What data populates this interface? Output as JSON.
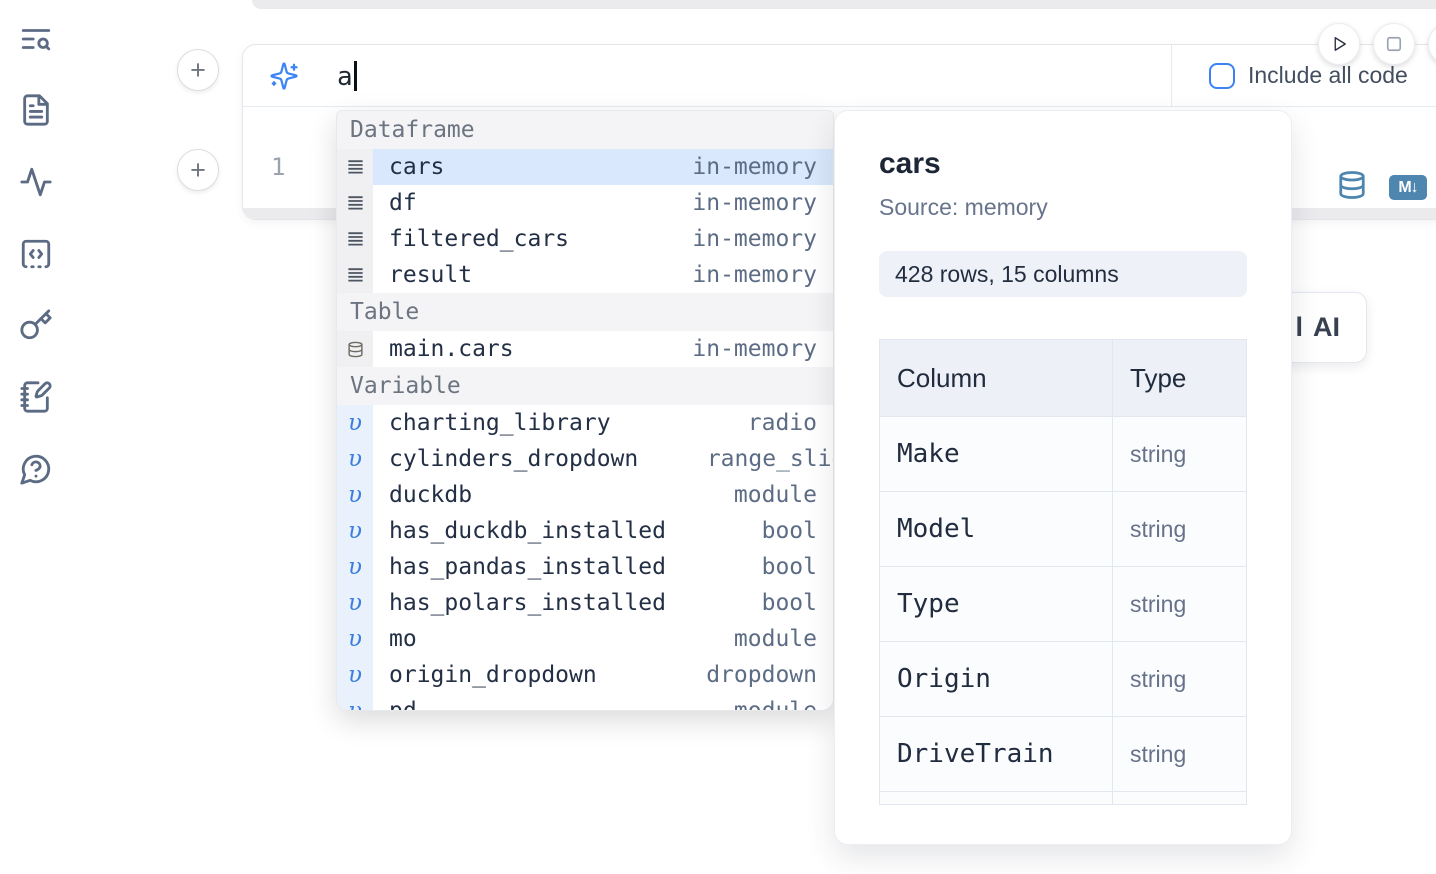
{
  "sidebar": {
    "icons": [
      "text-search",
      "file-text",
      "activity",
      "code-square",
      "key",
      "notebook-pen",
      "help-circle"
    ]
  },
  "toolbar": {
    "run_icon": "play",
    "stop_icon": "square"
  },
  "ai_prompt": {
    "value": "a",
    "include_all_code_label": "Include all code",
    "checkbox_checked": false,
    "sparkle_icon": "sparkles"
  },
  "cell": {
    "line_number": "1",
    "database_icon": "database",
    "markdown_badge": "M↓"
  },
  "ai_generate_button": {
    "partial_char": "l",
    "label": "AI"
  },
  "autocomplete": {
    "sections": [
      {
        "label": "Dataframe",
        "items": [
          {
            "icon": "rows",
            "name": "cars",
            "detail": "in-memory",
            "selected": true
          },
          {
            "icon": "rows",
            "name": "df",
            "detail": "in-memory"
          },
          {
            "icon": "rows",
            "name": "filtered_cars",
            "detail": "in-memory"
          },
          {
            "icon": "rows",
            "name": "result",
            "detail": "in-memory"
          }
        ]
      },
      {
        "label": "Table",
        "items": [
          {
            "icon": "database",
            "name": "main.cars",
            "detail": "in-memory"
          }
        ]
      },
      {
        "label": "Variable",
        "items": [
          {
            "icon": "v",
            "name": "charting_library",
            "detail": "radio"
          },
          {
            "icon": "v",
            "name": "cylinders_dropdown",
            "detail": "range_slider",
            "clipped": true
          },
          {
            "icon": "v",
            "name": "duckdb",
            "detail": "module"
          },
          {
            "icon": "v",
            "name": "has_duckdb_installed",
            "detail": "bool"
          },
          {
            "icon": "v",
            "name": "has_pandas_installed",
            "detail": "bool"
          },
          {
            "icon": "v",
            "name": "has_polars_installed",
            "detail": "bool"
          },
          {
            "icon": "v",
            "name": "mo",
            "detail": "module"
          },
          {
            "icon": "v",
            "name": "origin_dropdown",
            "detail": "dropdown"
          },
          {
            "icon": "v",
            "name": "pd",
            "detail": "module",
            "partial": true
          }
        ]
      }
    ]
  },
  "preview": {
    "title": "cars",
    "source": "Source: memory",
    "shape": "428 rows, 15 columns",
    "table": {
      "headers": [
        "Column",
        "Type"
      ],
      "rows": [
        {
          "column": "Make",
          "type": "string"
        },
        {
          "column": "Model",
          "type": "string"
        },
        {
          "column": "Type",
          "type": "string"
        },
        {
          "column": "Origin",
          "type": "string"
        },
        {
          "column": "DriveTrain",
          "type": "string"
        }
      ],
      "has_partial_row": true
    }
  },
  "colors": {
    "accent_blue": "#3b82f6",
    "steel_blue": "#4e86b0",
    "selection_bg": "#d9e8fc",
    "section_header_bg": "#f4f4f6",
    "console_gray": "#ebebee",
    "text_dark": "#232f45",
    "text_muted": "#5d6c85"
  }
}
